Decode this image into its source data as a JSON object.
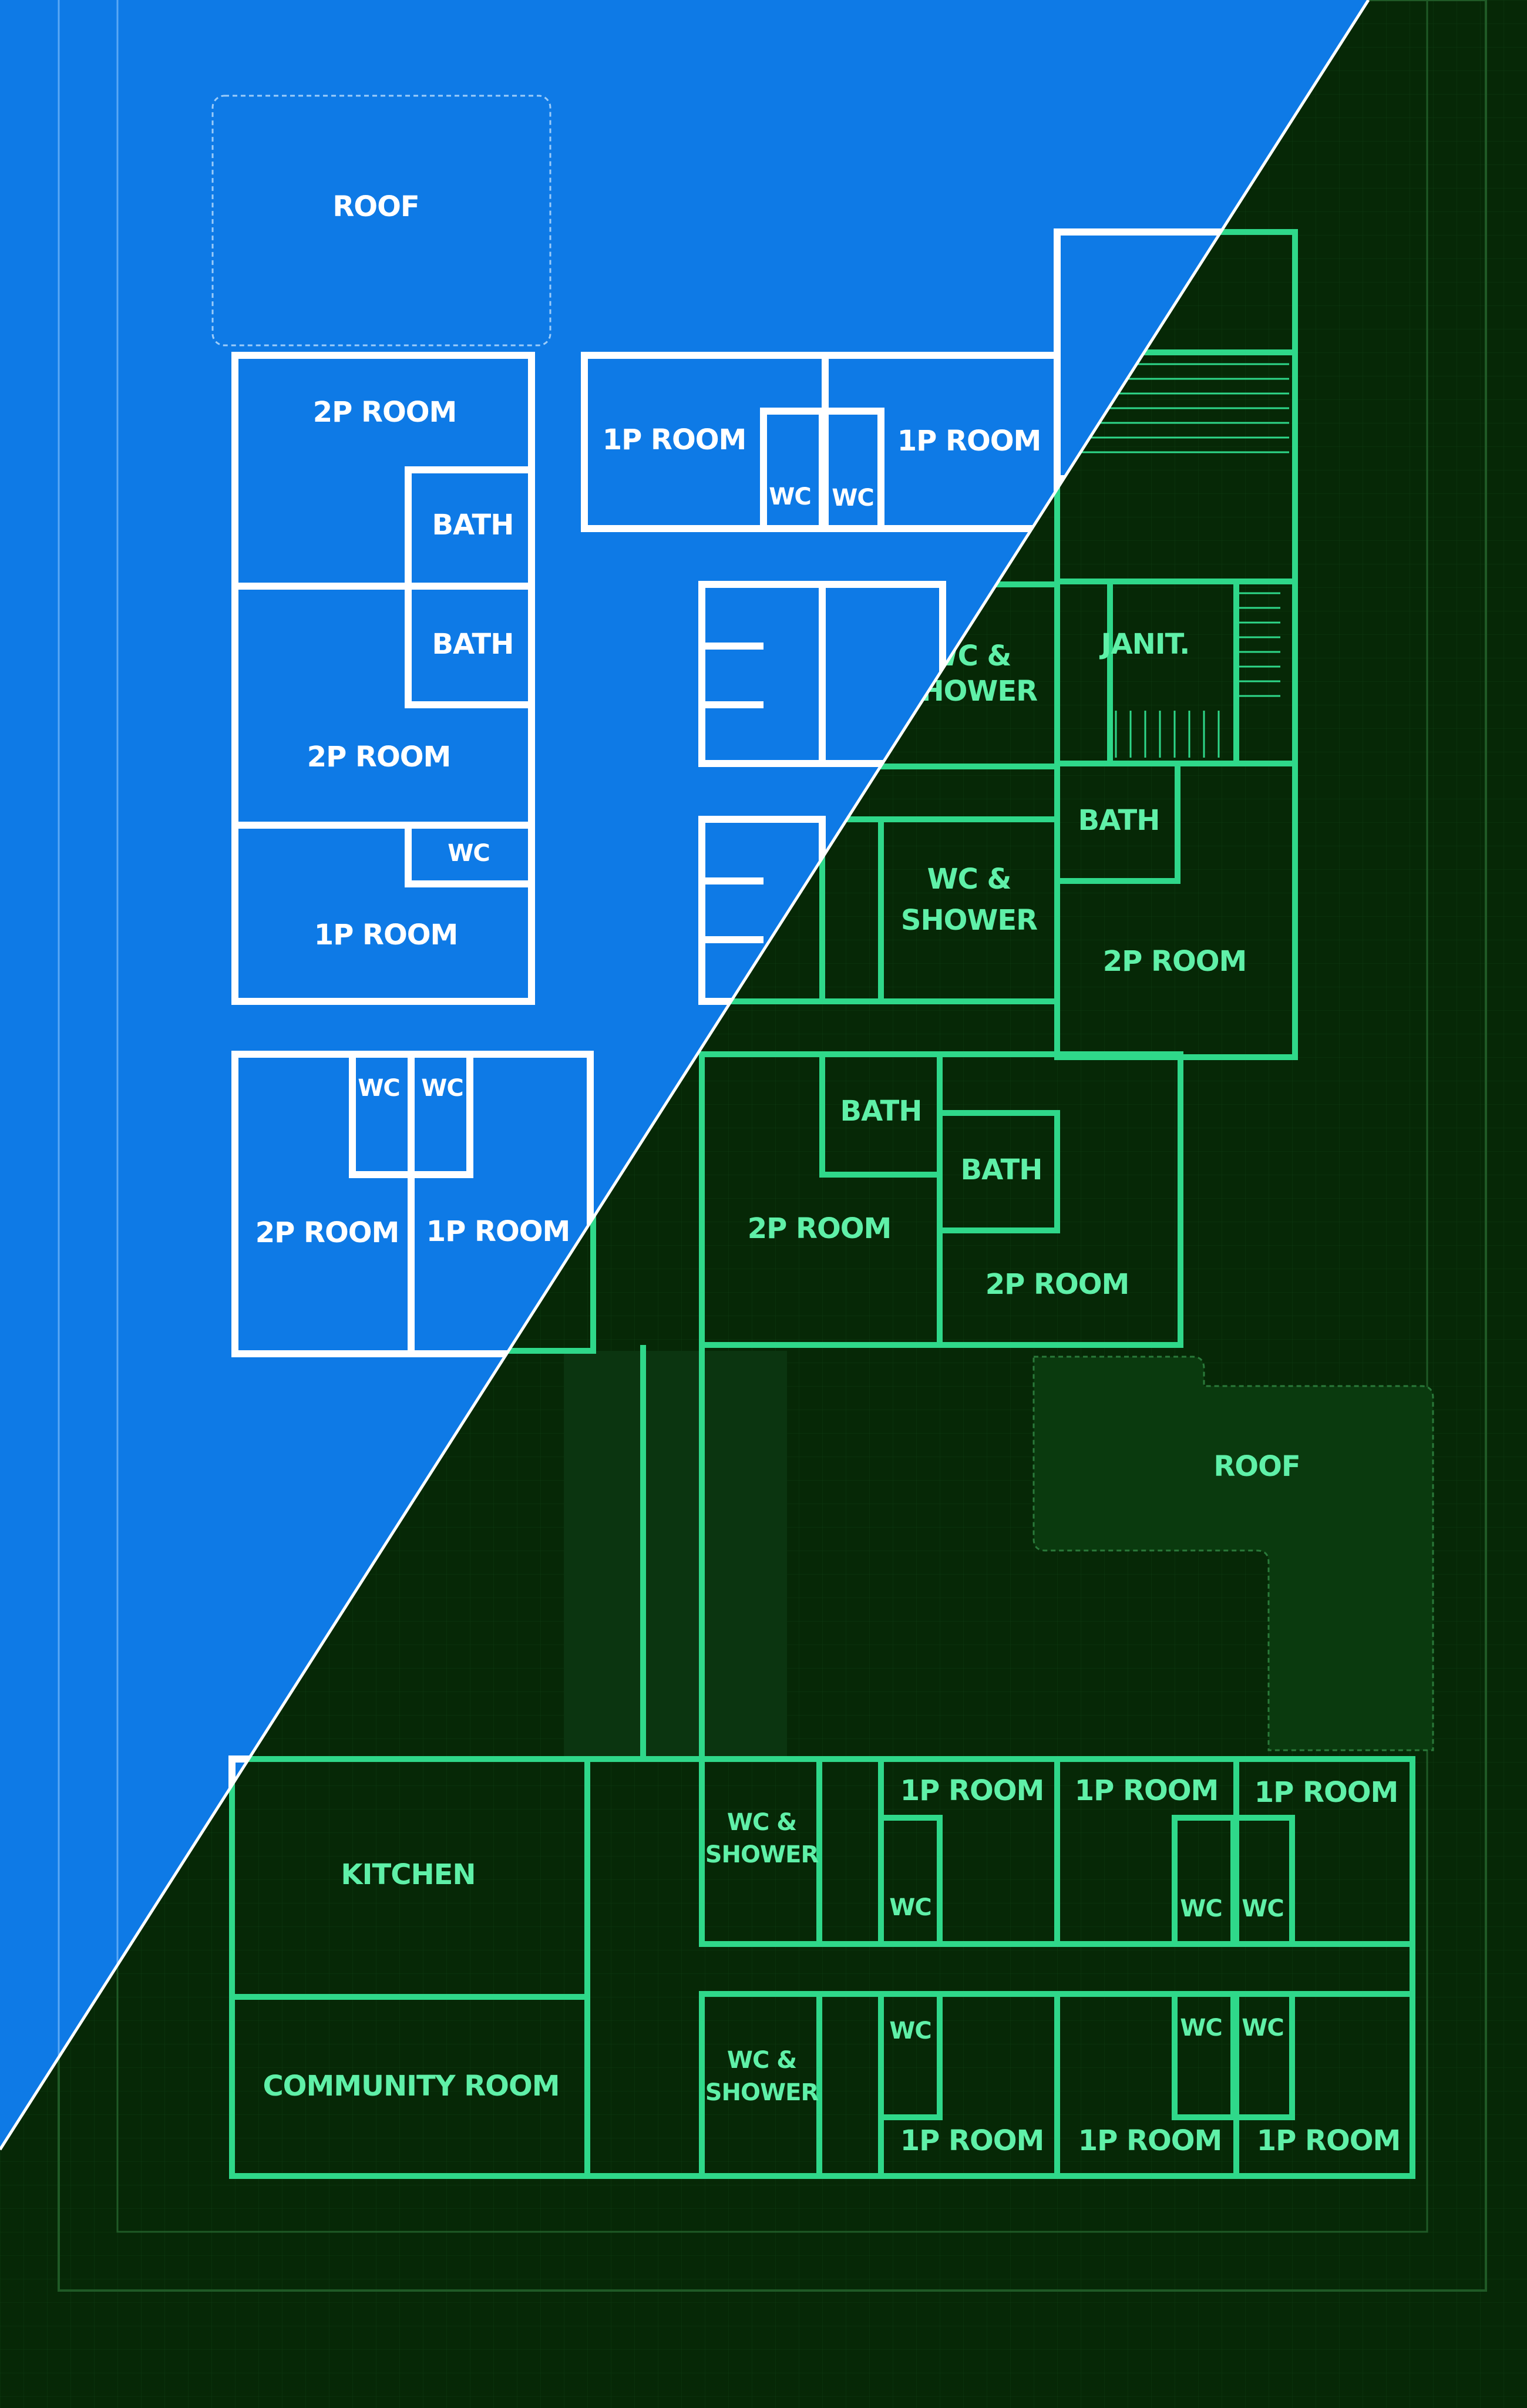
{
  "colors": {
    "blueprint_bg": "#0e7ae6",
    "blueprint_line": "#ffffff",
    "green_bg": "#062806",
    "green_line": "#2fd88a",
    "green_text": "#5ff0a8",
    "diagonal": "#ffffff"
  },
  "labels": {
    "roof_top": "ROOF",
    "room_2p_a": "2P ROOM",
    "bath_a": "BATH",
    "bath_b": "BATH",
    "room_2p_b": "2P ROOM",
    "wc_a": "WC",
    "room_1p_a": "1P ROOM",
    "room_1p_b": "1P ROOM",
    "wc_b": "WC",
    "wc_c": "WC",
    "room_1p_c": "1P ROOM",
    "wc_shower_a": "WC &",
    "wc_shower_a2": "SHOWER",
    "janit": "JANIT.",
    "bath_c": "BATH",
    "wc_shower_b": "WC &",
    "wc_shower_b2": "SHOWER",
    "room_2p_c": "2P ROOM",
    "wc_d": "WC",
    "wc_e": "WC",
    "room_2p_d": "2P ROOM",
    "room_1p_d": "1P ROOM",
    "bath_d": "BATH",
    "bath_e": "BATH",
    "room_2p_e": "2P ROOM",
    "room_2p_f": "2P ROOM",
    "roof_mid": "ROOF",
    "kitchen": "KITCHEN",
    "community": "COMMUNITY ROOM",
    "wc_shower_c": "WC &",
    "wc_shower_c2": "SHOWER",
    "wc_shower_d": "WC &",
    "wc_shower_d2": "SHOWER",
    "room_1p_e": "1P ROOM",
    "room_1p_f": "1P ROOM",
    "room_1p_g": "1P ROOM",
    "wc_f": "WC",
    "wc_g": "WC",
    "wc_h": "WC",
    "wc_i": "WC",
    "wc_j": "WC",
    "wc_k": "WC",
    "room_1p_h": "1P ROOM",
    "room_1p_i": "1P ROOM",
    "room_1p_j": "1P ROOM"
  }
}
